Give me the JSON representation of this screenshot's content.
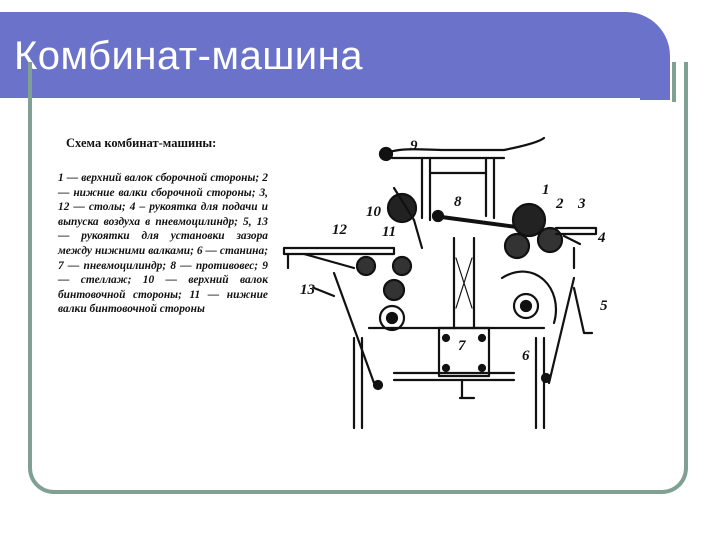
{
  "slide": {
    "title": "Комбинат-машина",
    "colors": {
      "title_band": "#6b72c9",
      "frame": "#7fa093",
      "ink": "#111111"
    }
  },
  "legend": {
    "heading": "Схема комбинат-машины:",
    "body": "1 — верхний валок сборочной стороны; 2 — нижние валки сборочной стороны; 3, 12 — столы; 4 – рукоятка для подачи и выпуска воздуха в пневмоцилиндр; 5, 13 — рукоятки для установки зазора между нижними валками; 6 — станина; 7 — пневмоцилиндр; 8 — противовес; 9 — стеллаж; 10 — верхний валок бинтовочной стороны; 11 — нижние валки бинтовочной стороны"
  },
  "diagram": {
    "labels": [
      "9",
      "8",
      "1",
      "2",
      "3",
      "10",
      "4",
      "12",
      "11",
      "13",
      "5",
      "7",
      "6"
    ]
  }
}
